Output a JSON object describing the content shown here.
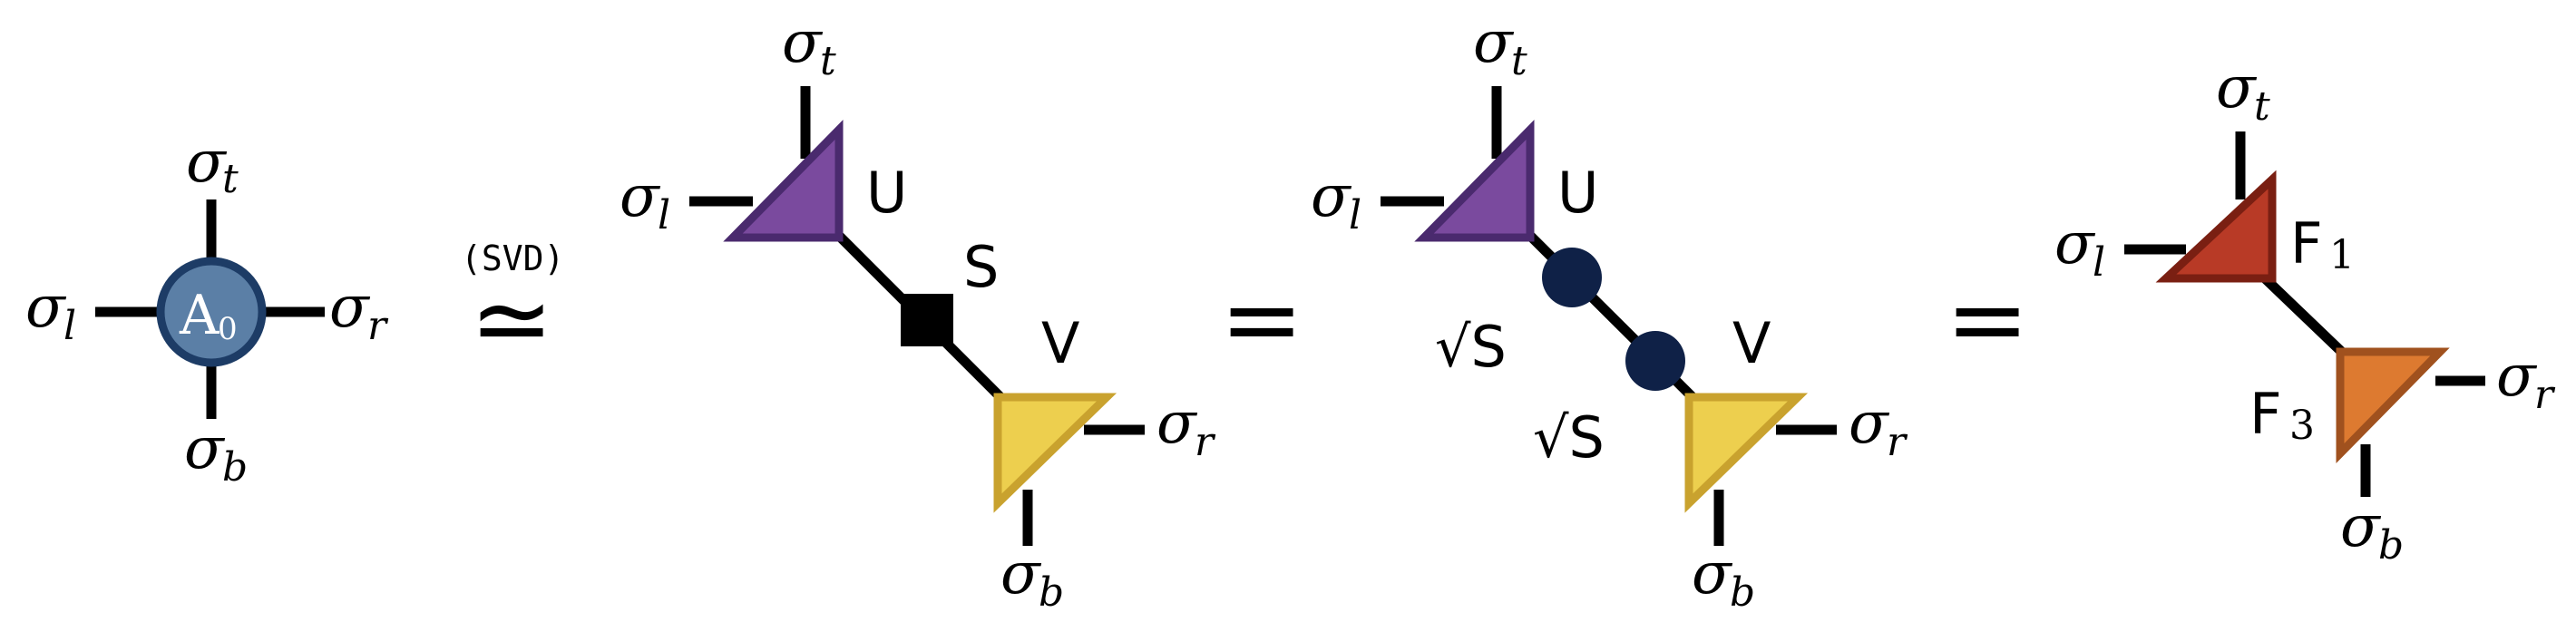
{
  "labels": {
    "sigma_t": "σ",
    "sigma_l": "σ",
    "sigma_r": "σ",
    "sigma_b": "σ",
    "sub_t": "t",
    "sub_l": "l",
    "sub_r": "r",
    "sub_b": "b",
    "A0": "A",
    "A0_sub": "0",
    "svd": "(SVD)",
    "approx": "≃",
    "equals": "=",
    "U": "U",
    "S": "S",
    "V": "V",
    "sqrtS": "√S",
    "F1": "F",
    "F1_sub": "1",
    "F3": "F",
    "F3_sub": "3"
  },
  "colors": {
    "A0_fill": "#5b7fa6",
    "A0_stroke": "#1d3c66",
    "U_fill": "#7a4a9e",
    "U_stroke": "#4a2a6e",
    "V_fill": "#edcf4e",
    "V_stroke": "#c9a22e",
    "S_fill": "#000000",
    "sqrtS_fill": "#0f2147",
    "F1_fill": "#b83a26",
    "F1_stroke": "#7a1f12",
    "F3_fill": "#dd7a30",
    "F3_stroke": "#a0511e"
  }
}
